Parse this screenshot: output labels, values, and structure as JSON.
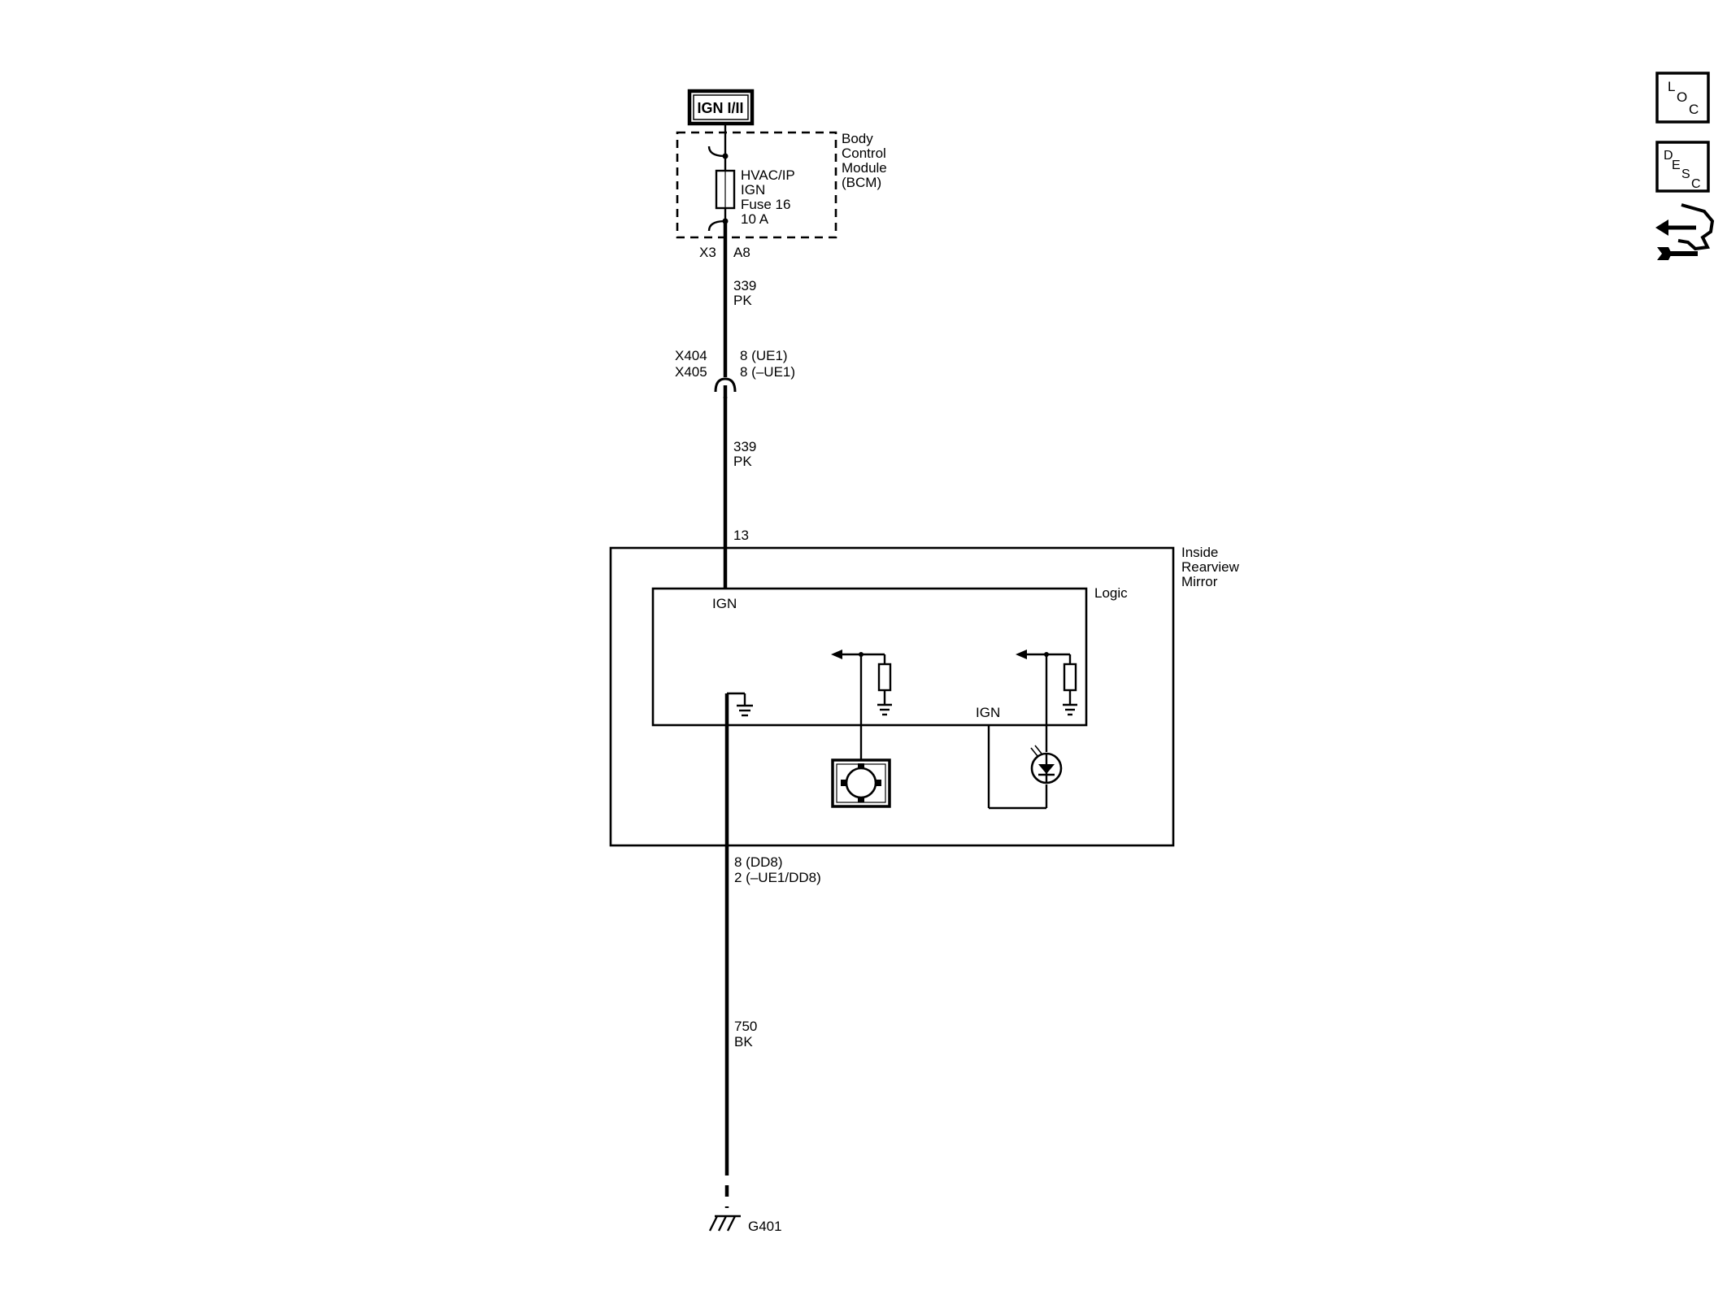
{
  "supply": {
    "power_label": "IGN I/II",
    "module_name": [
      "Body",
      "Control",
      "Module",
      "(BCM)"
    ],
    "fuse_label": [
      "HVAC/IP",
      "IGN",
      "Fuse 16",
      "10 A"
    ],
    "connector": "X3",
    "pin": "A8"
  },
  "wire_upper": {
    "circuit": "339",
    "color": "PK"
  },
  "inline_connector": {
    "names": [
      "X404",
      "X405"
    ],
    "pins": [
      "8 (UE1)",
      "8 (–UE1)"
    ]
  },
  "wire_middle": {
    "circuit": "339",
    "color": "PK"
  },
  "mirror": {
    "pin_in": "13",
    "name": [
      "Inside",
      "Rearview",
      "Mirror"
    ],
    "logic_label": "Logic",
    "ign_label": "IGN",
    "ign_label_2": "IGN",
    "pin_out": [
      "8 (DD8)",
      "2 (–UE1/DD8)"
    ]
  },
  "wire_lower": {
    "circuit": "750",
    "color": "BK"
  },
  "ground": {
    "name": "G401"
  },
  "side_buttons": [
    {
      "icon": "loc-icon",
      "letters": [
        "L",
        "O",
        "C"
      ]
    },
    {
      "icon": "desc-icon",
      "letters": [
        "D",
        "E",
        "S",
        "C"
      ]
    },
    {
      "icon": "connector-repair-icon"
    }
  ],
  "colors": {
    "ink": "#000000",
    "background": "#ffffff"
  }
}
